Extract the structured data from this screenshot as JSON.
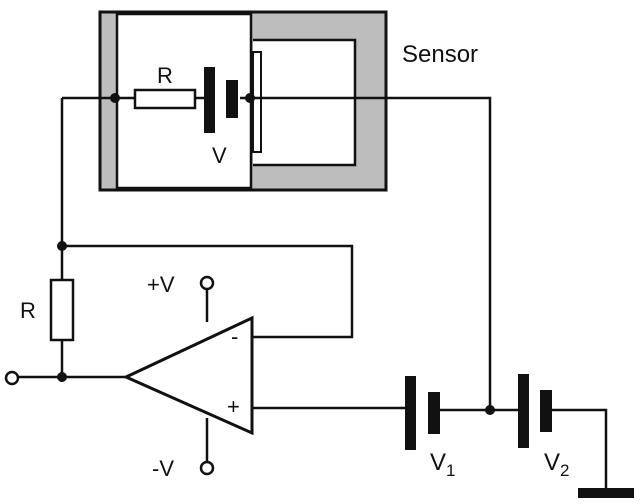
{
  "labels": {
    "sensor": "Sensor",
    "resistor_top": "R",
    "battery_top": "V",
    "resistor_left": "R",
    "supply_pos": "+V",
    "supply_neg": "-V",
    "opamp_inverting": "-",
    "opamp_noninverting": "+",
    "v1_main": "V",
    "v1_sub": "1",
    "v2_main": "V",
    "v2_sub": "2"
  },
  "colors": {
    "line": "#111111",
    "sensor_fill": "#bdbdbd",
    "background": "#ffffff"
  }
}
